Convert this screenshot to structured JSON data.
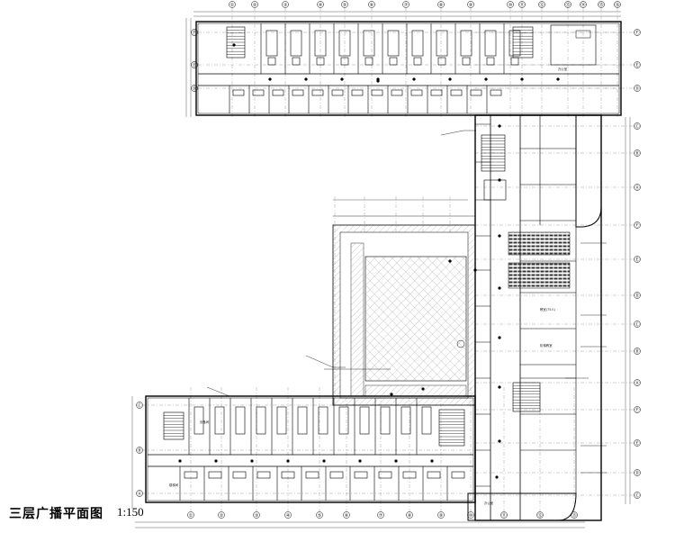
{
  "drawing": {
    "title": "三层广播平面图",
    "scale": "1:150"
  },
  "grid": {
    "top_axes": [
      "①",
      "②",
      "③",
      "④",
      "⑤",
      "⑥",
      "⑦",
      "⑧",
      "⑨",
      "⑩",
      "⑪",
      "⑫",
      "⑬",
      "⑭",
      "⑮",
      "⑯"
    ],
    "left_axes": [
      "Ⓕ",
      "Ⓔ",
      "Ⓓ",
      "Ⓒ",
      "Ⓑ",
      "Ⓐ"
    ]
  },
  "rooms": {
    "office": "办公室",
    "classroom": "教室(75人)",
    "stair": "楼梯间",
    "hall": "阶梯教室",
    "equipment": "设备间"
  },
  "colors": {
    "line": "#111111",
    "hatch": "#888888",
    "wall": "#000000"
  }
}
